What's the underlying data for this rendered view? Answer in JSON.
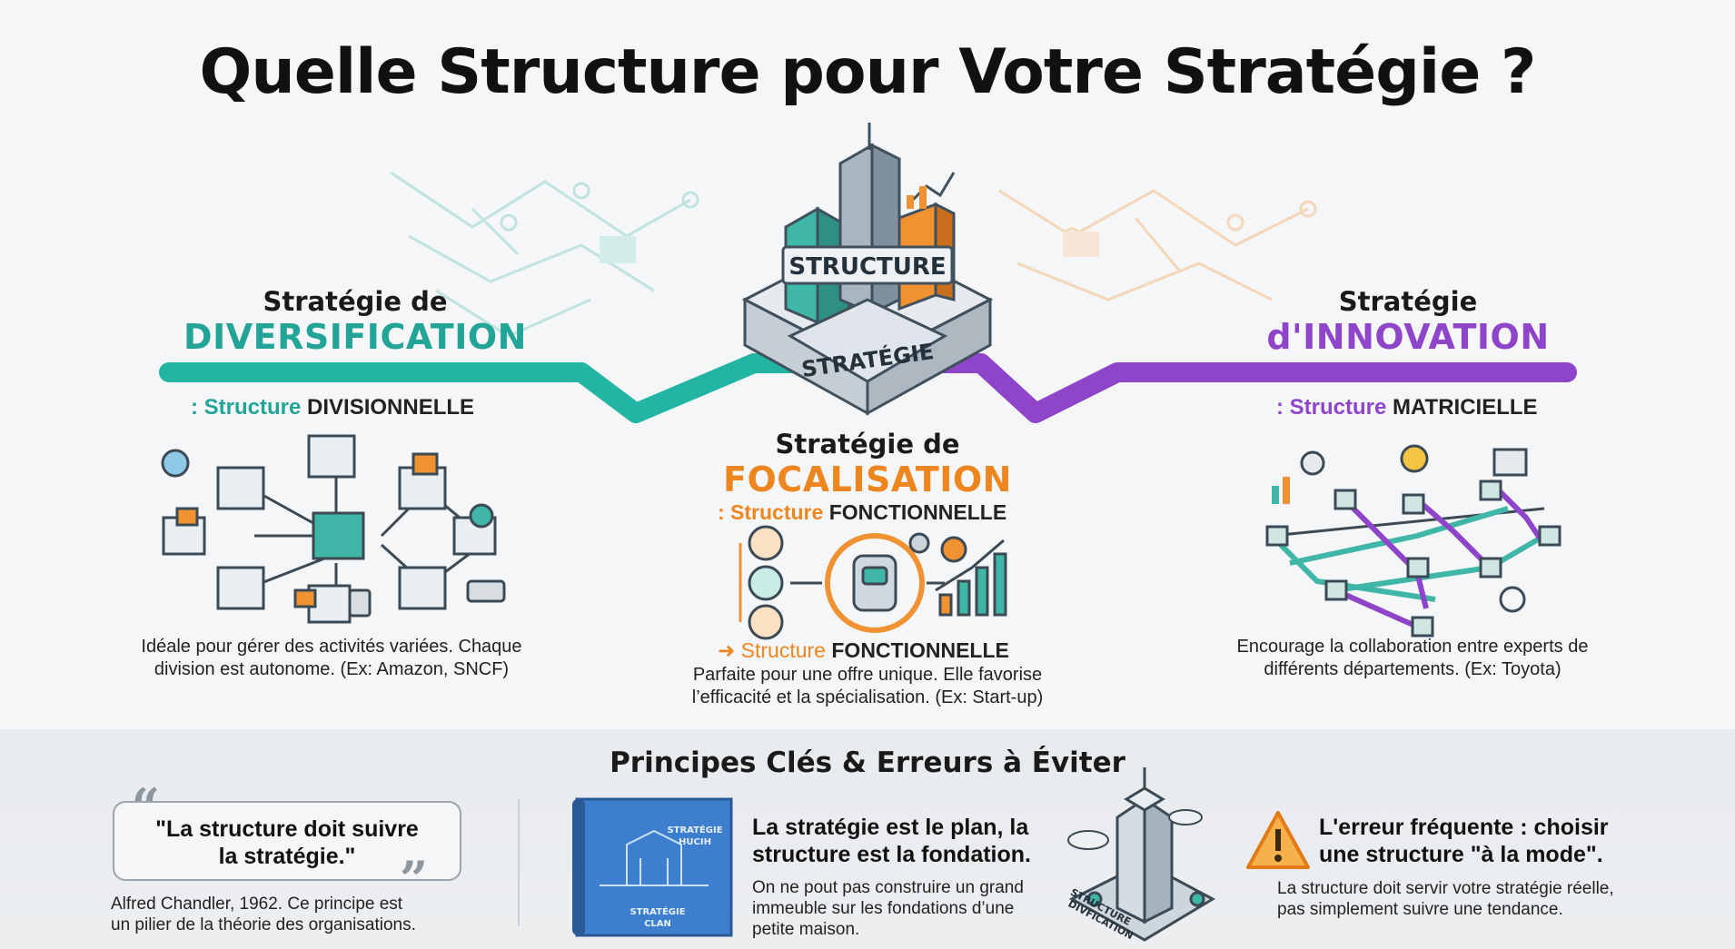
{
  "title": "Quelle Structure pour Votre Stratégie ?",
  "center_badge": {
    "top": "STRUCTURE",
    "bottom": "STRATÉGIE"
  },
  "left": {
    "title_line1": "Stratégie de",
    "title_line2": "DIVERSIFICATION",
    "structure_prefix": ": Structure ",
    "structure_name": "DIVISIONNELLE",
    "description_line1": "Idéale pour gérer des activités variées. Chaque",
    "description_line2": "division est autonome. (Ex: Amazon, SNCF)",
    "color": "#22b5a3"
  },
  "center": {
    "title_line1": "Stratégie de",
    "title_line2": "FOCALISATION",
    "structure_prefix": ": Structure ",
    "structure_name": "FONCTIONNELLE",
    "arrow_prefix": "➜ Structure ",
    "arrow_name": "FONCTIONNELLE",
    "description_line1": "Parfaite pour une offre unique. Elle favorise",
    "description_line2": "l’efficacité et la spécialisation. (Ex: Start-up)",
    "color": "#ef8a1f"
  },
  "right": {
    "title_line1": "Stratégie",
    "title_line2": "d'INNOVATION",
    "structure_prefix": ": Structure ",
    "structure_name": "MATRICIELLE",
    "description_line1": "Encourage la collaboration entre experts de",
    "description_line2": "différents départements. (Ex: Toyota)",
    "color": "#8f45c9"
  },
  "bottom": {
    "title": "Principes Clés & Erreurs à Éviter",
    "quote": {
      "line1": "\"La structure doit suivre",
      "line2": "la stratégie.\"",
      "author_line1": "Alfred Chandler, 1962. Ce principe est",
      "author_line2": "un pilier de la théorie des organisations."
    },
    "plan": {
      "blueprint_label_top": "STRATÉGIE",
      "blueprint_label_top2": "HUCIH",
      "blueprint_label_bottom": "STRATÉGIE",
      "blueprint_label_bottom2": "CLAN",
      "head_line1": "La stratégie est le plan, la",
      "head_line2": "structure est la fondation.",
      "body_line1": "On ne pout pas construire un grand",
      "body_line2": "immeuble sur les fondations d’une",
      "body_line3": "petite maison.",
      "building_label1": "STRUCTURE",
      "building_label2": "DIVFICATION"
    },
    "warning": {
      "head_line1": "L'erreur fréquente : choisir",
      "head_line2": "une structure \"à la mode\".",
      "body_line1": "La structure doit servir votre stratégie réelle,",
      "body_line2": "pas simplement suivre une tendance."
    }
  }
}
